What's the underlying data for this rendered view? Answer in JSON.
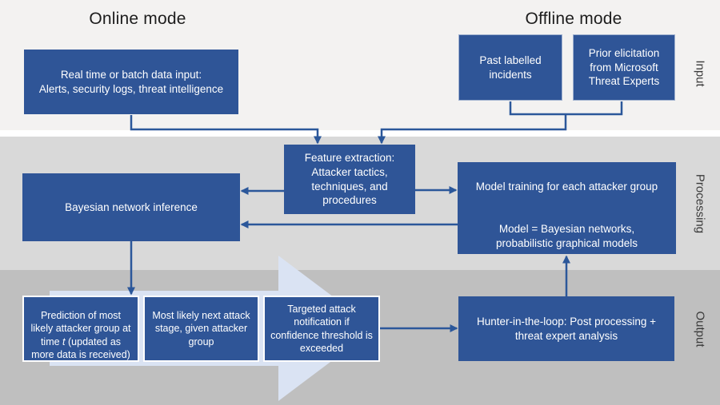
{
  "titles": {
    "online": "Online mode",
    "offline": "Offline mode"
  },
  "side_labels": {
    "input": "Input",
    "processing": "Processing",
    "output": "Output"
  },
  "nodes": {
    "data_input": "Real time or batch data input:\nAlerts, security logs, threat intelligence",
    "past_incidents": "Past labelled\nincidents",
    "prior_elicitation": "Prior elicitation\nfrom Microsoft\nThreat Experts",
    "feature_extraction": "Feature extraction:\nAttacker tactics,\ntechniques, and\nprocedures",
    "bayesian_inference": "Bayesian network inference",
    "model_training_line1": "Model training for each attacker group",
    "model_training_line2": "Model = Bayesian networks,\nprobabilistic graphical models",
    "prediction_part1": "Prediction of most\nlikely attacker group at\ntime ",
    "prediction_italic": "t",
    "prediction_part2": " (updated as\nmore data is received)",
    "next_attack_stage": "Most likely next attack\nstage, given attacker\ngroup",
    "targeted_notification": "Targeted attack\nnotification if\nconfidence threshold is\nexceeded",
    "hunter_in_the_loop": "Hunter-in-the-loop: Post processing +\nthreat expert analysis"
  },
  "colors": {
    "box_blue": "#2F5597",
    "connector_blue": "#2B579A",
    "band_input": "#F3F2F1",
    "band_processing": "#D9D9D9",
    "band_output": "#BFBFBF",
    "light_arrow": "#DAE3F3"
  }
}
